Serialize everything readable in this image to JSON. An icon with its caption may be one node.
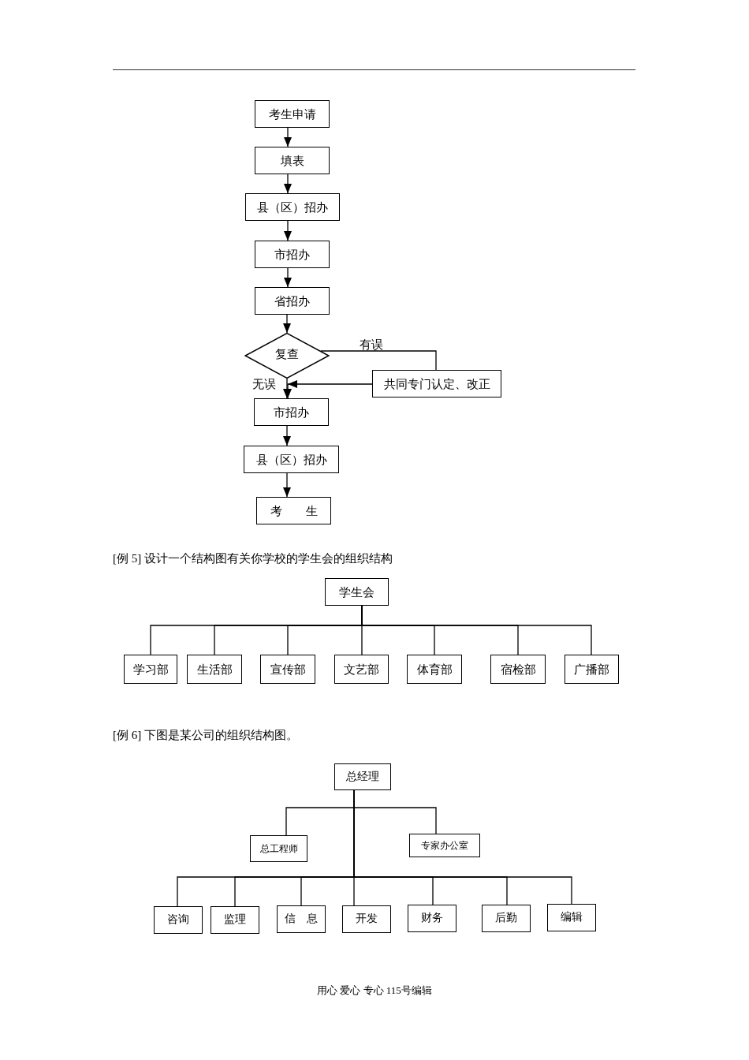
{
  "diagram": {
    "nodes": [
      {
        "text": [
          "考生申请"
        ]
      },
      {
        "text": [
          "填表"
        ]
      },
      {
        "text": [
          "县（区）招办"
        ]
      },
      {
        "text": [
          "市招办"
        ]
      },
      {
        "text": [
          "省招办"
        ]
      },
      {
        "text": [
          "复查"
        ]
      },
      {
        "text": [
          "共同专门认定、改正"
        ]
      },
      {
        "text": [
          "市招办"
        ]
      },
      {
        "text": [
          "县（区）招办"
        ]
      },
      {
        "text": [
          "考　　生"
        ]
      },
      {
        "text": [
          "学生会"
        ]
      },
      {
        "text": [
          "学习部"
        ]
      },
      {
        "text": [
          "生活部"
        ]
      },
      {
        "text": [
          "宣传部"
        ]
      },
      {
        "text": [
          "文艺部"
        ]
      },
      {
        "text": [
          "体育部"
        ]
      },
      {
        "text": [
          "宿检部"
        ]
      },
      {
        "text": [
          "广播部"
        ]
      },
      {
        "text": [
          "总经理"
        ]
      },
      {
        "text": [
          "总工程师"
        ]
      },
      {
        "text": [
          "专家办公室"
        ]
      },
      {
        "text": [
          "咨询"
        ]
      },
      {
        "text": [
          "监理"
        ]
      },
      {
        "text": [
          "信　息"
        ]
      },
      {
        "text": [
          "开发"
        ]
      },
      {
        "text": [
          "财务"
        ]
      },
      {
        "text": [
          "后勤"
        ]
      },
      {
        "text": [
          "编辑"
        ]
      }
    ],
    "edges": [
      {
        "from": 0,
        "to": 1,
        "arrow": "to"
      },
      {
        "from": 1,
        "to": 2,
        "arrow": "to"
      },
      {
        "from": 2,
        "to": 3,
        "arrow": "to"
      },
      {
        "from": 3,
        "to": 4,
        "arrow": "to"
      },
      {
        "from": 4,
        "to": 5,
        "arrow": "to"
      },
      {
        "from": 5,
        "to": 6,
        "arrow": "none",
        "label": "有误"
      },
      {
        "from": 6,
        "to": 7,
        "arrow": "to"
      },
      {
        "from": 5,
        "to": 7,
        "arrow": "to",
        "label": "无误"
      },
      {
        "from": 7,
        "to": 8,
        "arrow": "to"
      },
      {
        "from": 8,
        "to": 9,
        "arrow": "to"
      },
      {
        "from": 10,
        "to": 11,
        "arrow": "none"
      },
      {
        "from": 10,
        "to": 12,
        "arrow": "none"
      },
      {
        "from": 10,
        "to": 13,
        "arrow": "none"
      },
      {
        "from": 10,
        "to": 14,
        "arrow": "none"
      },
      {
        "from": 10,
        "to": 15,
        "arrow": "none"
      },
      {
        "from": 10,
        "to": 16,
        "arrow": "none"
      },
      {
        "from": 10,
        "to": 17,
        "arrow": "none"
      },
      {
        "from": 18,
        "to": 19,
        "arrow": "none"
      },
      {
        "from": 18,
        "to": 20,
        "arrow": "none"
      },
      {
        "from": 18,
        "to": 21,
        "arrow": "none"
      },
      {
        "from": 18,
        "to": 22,
        "arrow": "none"
      },
      {
        "from": 18,
        "to": 23,
        "arrow": "none"
      },
      {
        "from": 18,
        "to": 24,
        "arrow": "none"
      },
      {
        "from": 18,
        "to": 25,
        "arrow": "none"
      },
      {
        "from": 18,
        "to": 26,
        "arrow": "none"
      },
      {
        "from": 18,
        "to": 27,
        "arrow": "none"
      }
    ],
    "labels": [
      "[例 5] 设计一个结构图有关你学校的学生会的组织结构",
      "[例 6] 下图是某公司的组织结构图。",
      "用心 爱心 专心 115号编辑"
    ]
  }
}
